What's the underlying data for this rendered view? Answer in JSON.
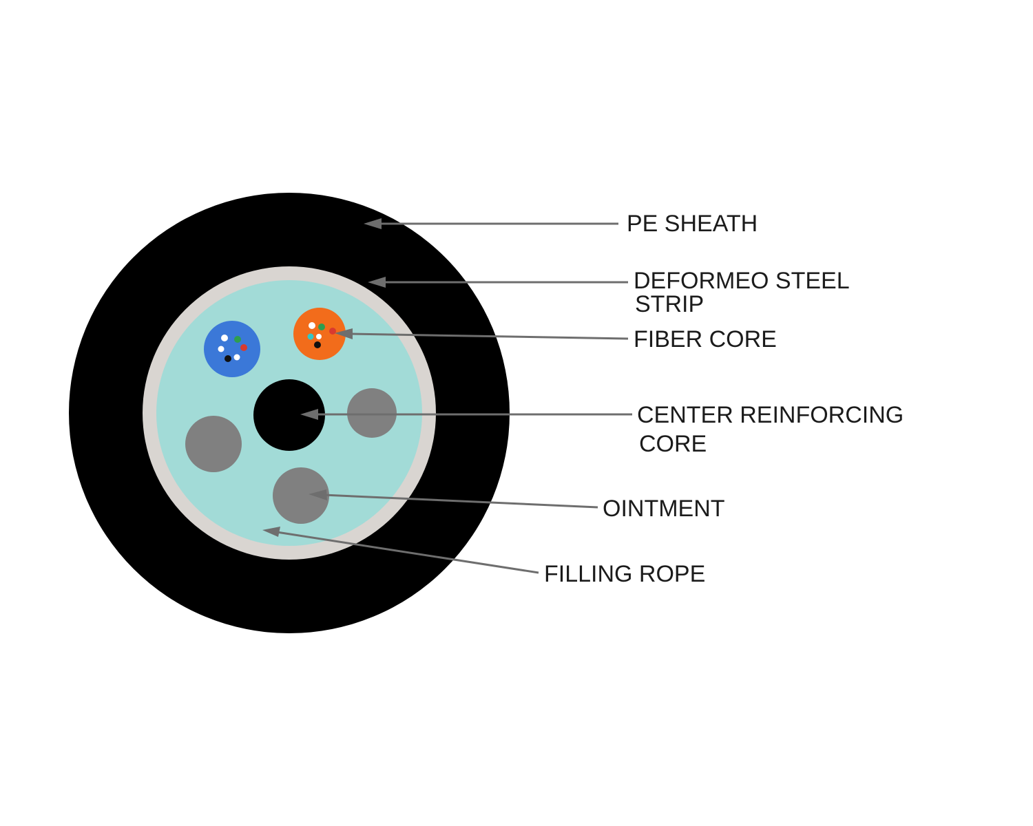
{
  "diagram": {
    "type": "fiber-optic-cable-cross-section",
    "labels": {
      "pe_sheath": "PE SHEATH",
      "steel_strip_line1": "DEFORMEO STEEL",
      "steel_strip_line2": "STRIP",
      "fiber_core": "FIBER CORE",
      "center_core_line1": "CENTER REINFORCING",
      "center_core_line2": "CORE",
      "ointment": "OINTMENT",
      "filling_rope": "FILLING ROPE"
    },
    "colors": {
      "pe_sheath": "#000000",
      "steel_strip": "#d9d5d1",
      "inner_fill": "#a2dbd7",
      "center_core": "#000000",
      "filler_gray": "#808080",
      "tube_blue": "#3b78d8",
      "tube_orange": "#f26c1b",
      "arrow": "#6e6e6e",
      "text": "#1b1b1b",
      "background": "#ffffff"
    },
    "blue_tube_dots": [
      "#ffffff",
      "#2e9e4f",
      "#d93a2f",
      "#ffffff",
      "#101010",
      "#ffffff"
    ],
    "orange_tube_dots": [
      "#ffffff",
      "#2e9e4f",
      "#d93a2f",
      "#34c6c6",
      "#ffffff",
      "#101010"
    ]
  }
}
